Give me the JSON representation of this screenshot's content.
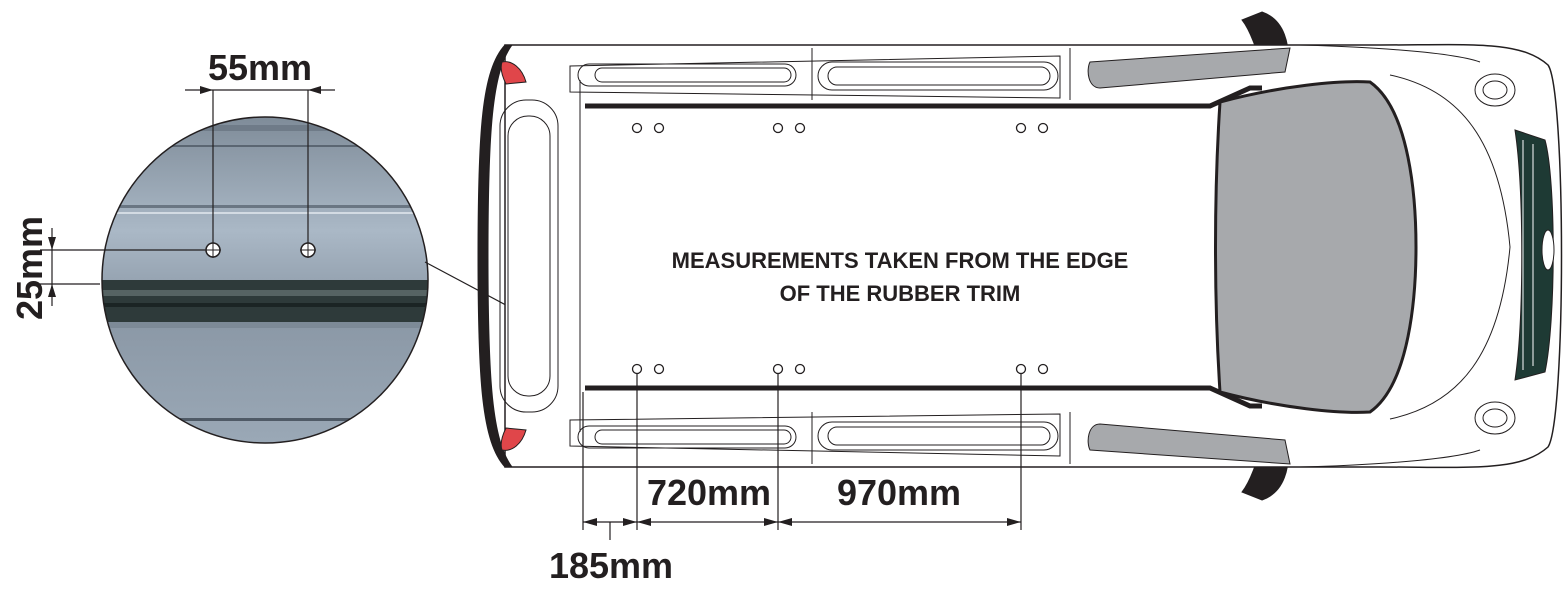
{
  "diagram": {
    "note_line1": "MEASUREMENTS TAKEN FROM THE EDGE",
    "note_line2": "OF THE RUBBER TRIM",
    "dimensions": {
      "hole_spacing": "55mm",
      "hole_offset": "25mm",
      "rear_to_first": "185mm",
      "first_to_second": "720mm",
      "second_to_third": "970mm"
    }
  },
  "colors": {
    "outline": "#231f20",
    "roof": "#ffffff",
    "windscreen": "#a7a9ac",
    "rail_detail": "#9fb0c2",
    "tail_light": "#e0464a",
    "grille": "#1e3a34"
  }
}
